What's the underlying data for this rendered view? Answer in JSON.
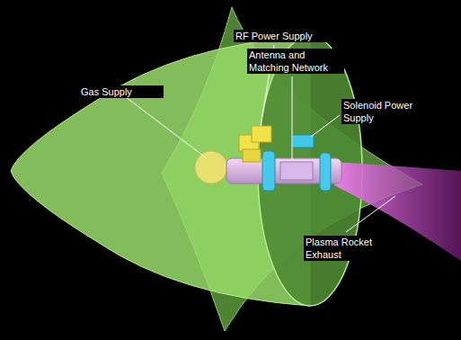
{
  "diagram": {
    "labels": [
      "Gas Supply",
      "RF Power Supply",
      "Antenna and Matching Network",
      "Solenoid Power Supply",
      "Plasma Rocket Exhaust"
    ]
  }
}
